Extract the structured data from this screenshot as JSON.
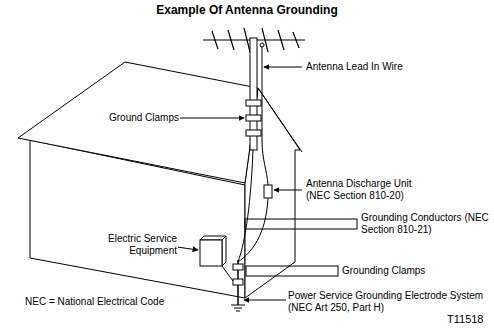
{
  "diagram": {
    "title": "Example Of Antenna Grounding",
    "labels": [
      "Antenna Lead In Wire",
      "Ground Clamps",
      "Antenna Discharge Unit (NEC Section 810-20)",
      "Electric Service Equipment",
      "Grounding Conductors (NEC Section 810-21)",
      "Grounding Clamps",
      "Power Service Grounding Electrode System (NEC Art 250, Part H)",
      "NEC = National Electrical Code",
      "T11518"
    ]
  }
}
